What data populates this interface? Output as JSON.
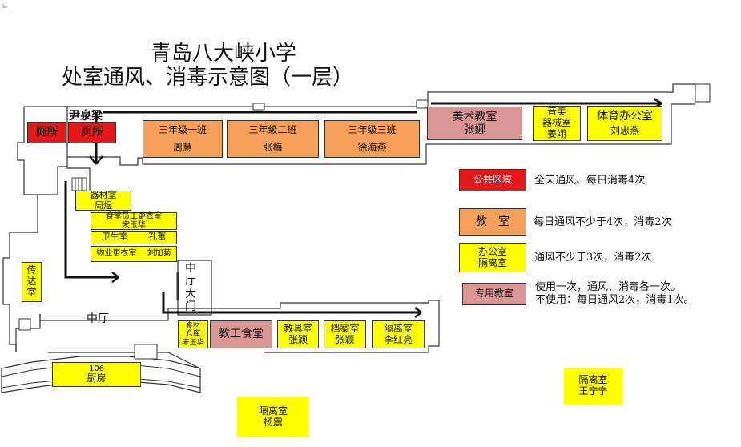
{
  "title": {
    "line1": "青岛八大峡小学",
    "line2": "处室通风、消毒示意图（一层）"
  },
  "rooms": {
    "toilet_owner": "尹泉梁",
    "toilet_left": "厕所",
    "toilet_right": "厕所",
    "class1_name": "三年级一班",
    "class1_teacher": "周慧",
    "class2_name": "三年级二班",
    "class2_teacher": "张梅",
    "class3_name": "三年级三班",
    "class3_teacher": "徐海燕",
    "art_name": "美术教室",
    "art_person": "张娜",
    "music_line1": "音美",
    "music_line2": "器械室",
    "music_person": "姜翊",
    "pe_name": "体育办公室",
    "pe_person": "刘忠燕",
    "equip_name": "器材室",
    "equip_person": "周煜",
    "canteen_staff_room": "食堂员工更衣室",
    "canteen_staff_person": "宋玉华",
    "clinic_name": "卫生室",
    "clinic_person": "孔蕾",
    "property_room": "物业更衣室",
    "property_person": "刘加菊",
    "middle_door": "中厅大门",
    "guard_room": "传达室",
    "hall": "中厅",
    "storage_line1": "食材",
    "storage_line2": "仓库",
    "storage_person": "宋玉华",
    "staff_canteen": "教工食堂",
    "teaching_tools_name": "教具室",
    "teaching_tools_person": "张颖",
    "archive_name": "档案室",
    "archive_person": "张颖",
    "isolation1_name": "隔离室",
    "isolation1_person": "李红亮",
    "kitchen_number": "106",
    "kitchen_name": "厨房",
    "isolation2_name": "隔离室",
    "isolation2_person": "杨震",
    "isolation3_name": "隔离室",
    "isolation3_person": "王宁宁"
  },
  "legend": [
    {
      "key": "公共区域",
      "desc": "全天通风、每日消毒4次",
      "color": "#e31919"
    },
    {
      "key": "教　室",
      "desc": "每日通风不少于4次，消毒2次",
      "color": "#f4a05a"
    },
    {
      "key_line1": "办公室",
      "key_line2": "隔离室",
      "desc": "通风不少于3次，消毒2次",
      "color": "#ffff00"
    },
    {
      "key": "专用教室",
      "desc_line1": "使用一次，通风、消毒各一次。",
      "desc_line2": "不使用：每日通风2次，消毒1次。",
      "color": "#d99694"
    }
  ]
}
